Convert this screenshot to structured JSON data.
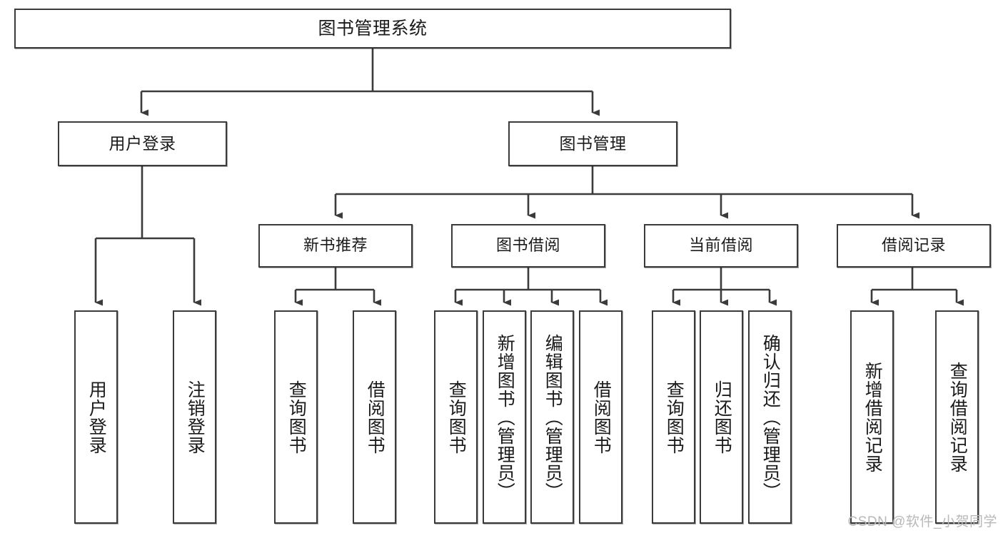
{
  "diagram": {
    "type": "tree",
    "title": "图书管理系统",
    "watermark": "CSDN @软件_小贺同学",
    "colors": {
      "stroke": "#3b3b3b",
      "fill": "#ffffff",
      "text": "#1a1a1a",
      "watermark": "#b8b8b8"
    },
    "root": {
      "label": "图书管理系统"
    },
    "level2": [
      {
        "label": "用户登录"
      },
      {
        "label": "图书管理"
      }
    ],
    "level3": [
      {
        "label": "新书推荐"
      },
      {
        "label": "图书借阅"
      },
      {
        "label": "当前借阅"
      },
      {
        "label": "借阅记录"
      }
    ],
    "leaves": {
      "user_login": [
        {
          "label": "用户登录"
        },
        {
          "label": "注销登录"
        }
      ],
      "new_book": [
        {
          "label": "查询图书"
        },
        {
          "label": "借阅图书"
        }
      ],
      "book_borrow": [
        {
          "label": "查询图书"
        },
        {
          "label": "新增图书（管理员）"
        },
        {
          "label": "编辑图书（管理员）"
        },
        {
          "label": "借阅图书"
        }
      ],
      "current_borrow": [
        {
          "label": "查询图书"
        },
        {
          "label": "归还图书"
        },
        {
          "label": "确认归还（管理员）"
        }
      ],
      "borrow_record": [
        {
          "label": "新增借阅记录"
        },
        {
          "label": "查询借阅记录"
        }
      ]
    }
  }
}
